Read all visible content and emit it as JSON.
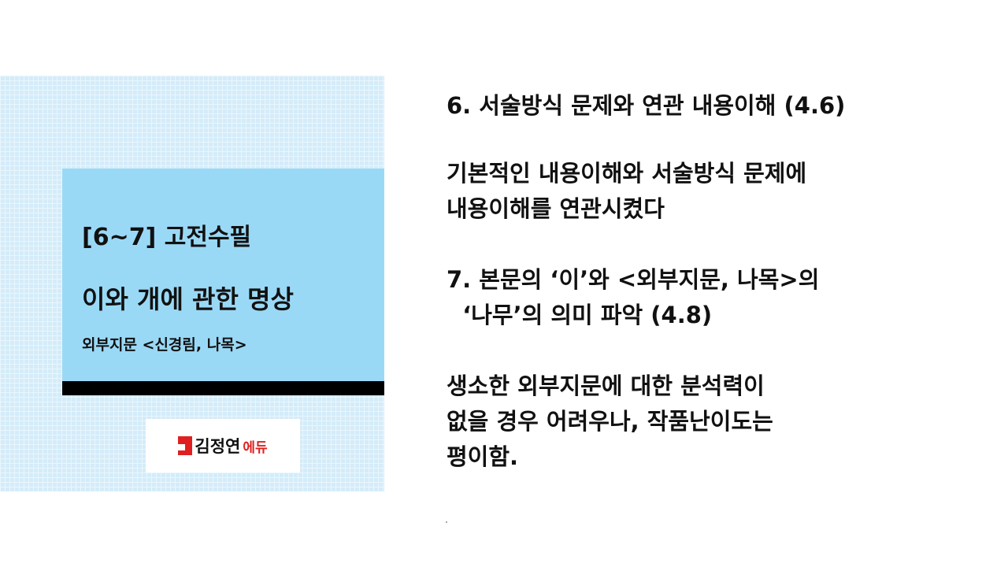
{
  "left_panel": {
    "title": "[6~7] 고전수필",
    "subtitle": "이와 개에 관한 명상",
    "source": "외부지문 <신경림, 나목>",
    "logo": {
      "korean": "김정연",
      "edu": "에듀"
    }
  },
  "right_text": {
    "item6_heading": "6. 서술방식 문제와 연관 내용이해 (4.6)",
    "item6_desc": [
      "기본적인 내용이해와 서술방식 문제에",
      "내용이해를 연관시켰다"
    ],
    "item7_heading": [
      "7. 본문의 ‘이’와 <외부지문, 나목>의",
      "  ‘나무’의 의미 파악 (4.8)"
    ],
    "item7_desc": [
      "생소한 외부지문에 대한 분석력이",
      "없을 경우 어려우나, 작품난이도는",
      "평이함."
    ]
  },
  "colors": {
    "panel_bg": "#d4ecf9",
    "card_bg": "#9ad9f6",
    "logo_red": "#e02020"
  }
}
